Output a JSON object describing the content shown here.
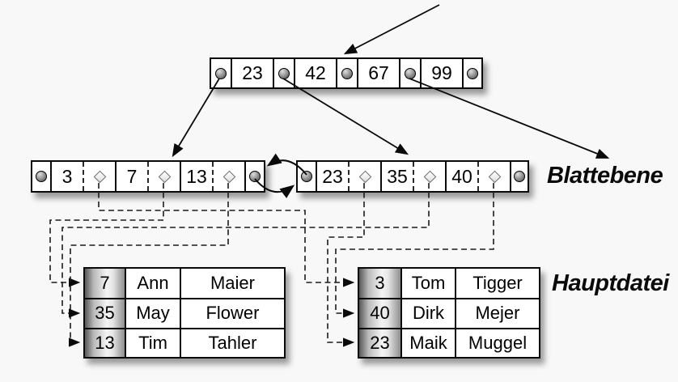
{
  "labels": {
    "leaf_level": "Blattebene",
    "main_file": "Hauptdatei"
  },
  "root_node": {
    "keys": [
      "23",
      "42",
      "67",
      "99"
    ]
  },
  "leaf_nodes": [
    {
      "keys": [
        "3",
        "7",
        "13"
      ]
    },
    {
      "keys": [
        "23",
        "35",
        "40"
      ]
    }
  ],
  "tables": [
    {
      "rows": [
        [
          "7",
          "Ann",
          "Maier"
        ],
        [
          "35",
          "May",
          "Flower"
        ],
        [
          "13",
          "Tim",
          "Tahler"
        ]
      ]
    },
    {
      "rows": [
        [
          "3",
          "Tom",
          "Tigger"
        ],
        [
          "40",
          "Dirk",
          "Mejer"
        ],
        [
          "23",
          "Maik",
          "Muggel"
        ]
      ]
    }
  ],
  "connections": {
    "leaf_key_to_main_file_row": [
      {
        "key": "3",
        "table": 2,
        "row": 1
      },
      {
        "key": "7",
        "table": 1,
        "row": 1
      },
      {
        "key": "13",
        "table": 1,
        "row": 3
      },
      {
        "key": "23",
        "table": 2,
        "row": 3
      },
      {
        "key": "35",
        "table": 1,
        "row": 2
      },
      {
        "key": "40",
        "table": 2,
        "row": 2
      }
    ],
    "leaf_chain": "leaf nodes doubly linked"
  },
  "colors": {
    "background": "#f8f8f8",
    "stroke": "#0a0a0a",
    "cell_fill": "#ffffff",
    "id_column_gradient": [
      "#575757",
      "#f4f4f4",
      "#8e8e8e"
    ]
  }
}
